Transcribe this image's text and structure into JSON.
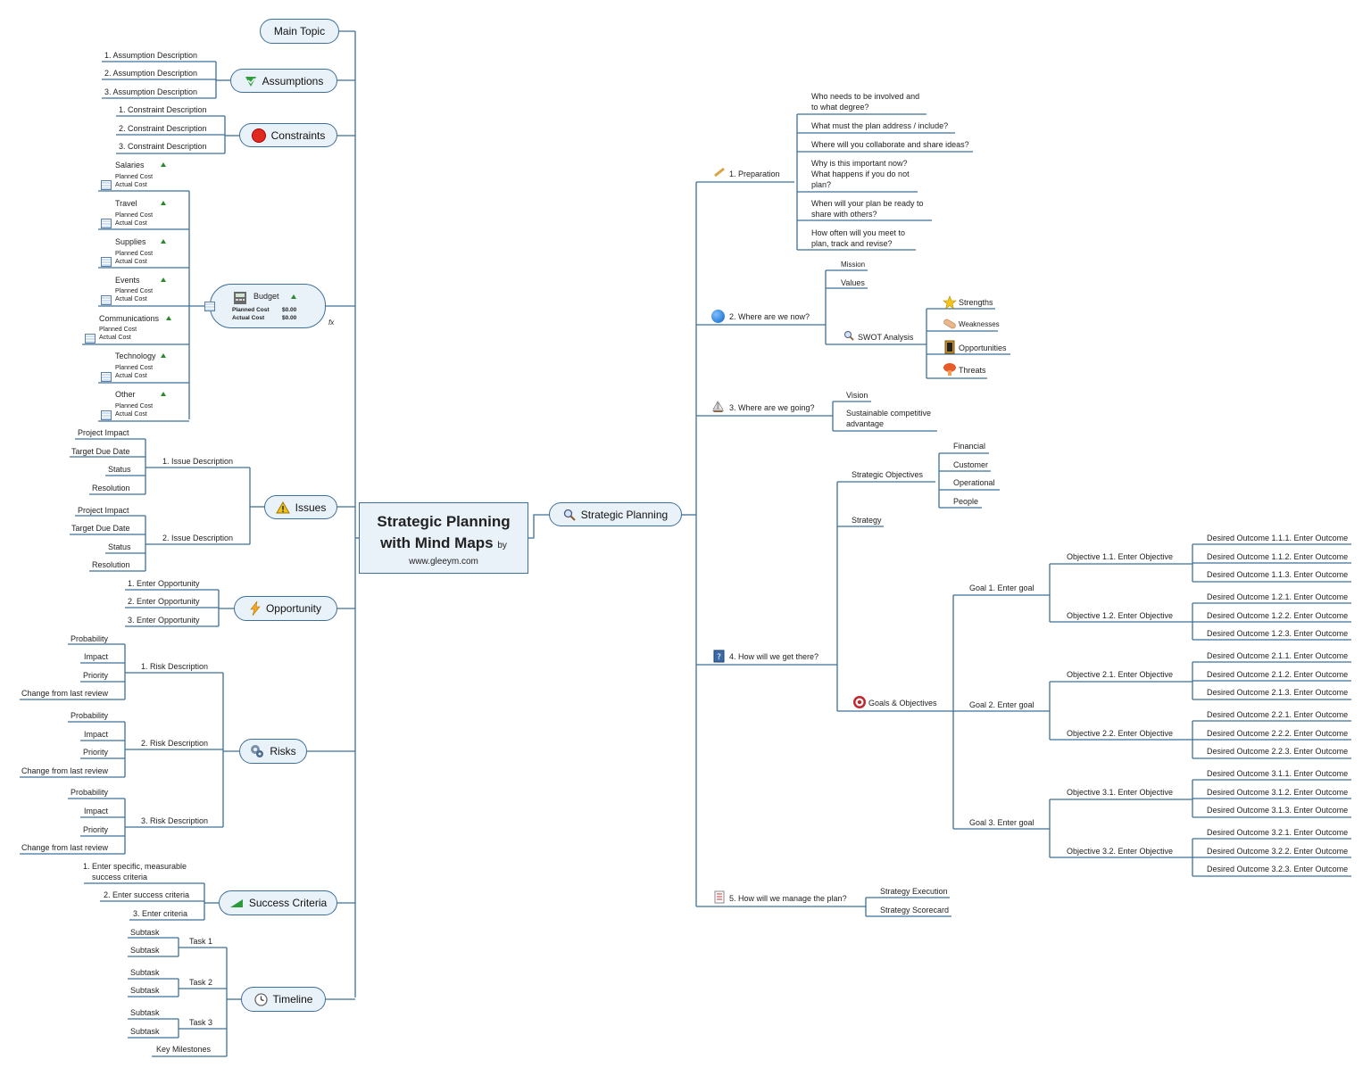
{
  "center": {
    "title_line1": "Strategic Planning",
    "title_line2": "with Mind Maps",
    "by": "by",
    "url": "www.gleeym.com"
  },
  "left": {
    "main_topic": "Main Topic",
    "assumptions": {
      "label": "Assumptions",
      "items": [
        "1. Assumption Description",
        "2. Assumption Description",
        "3. Assumption Description"
      ]
    },
    "constraints": {
      "label": "Constraints",
      "items": [
        "1. Constraint Description",
        "2. Constraint Description",
        "3. Constraint Description"
      ]
    },
    "budget": {
      "label": "Budget",
      "planned_label": "Planned Cost",
      "actual_label": "Actual Cost",
      "planned_value": "$0.00",
      "actual_value": "$0.00",
      "fx": "fx",
      "items": [
        "Salaries",
        "Travel",
        "Supplies",
        "Events",
        "Communications",
        "Technology",
        "Other"
      ],
      "sub_planned": "Planned Cost",
      "sub_actual": "Actual Cost"
    },
    "issues": {
      "label": "Issues",
      "items": [
        {
          "label": "1. Issue Description",
          "fields": [
            "Project Impact",
            "Target Due Date",
            "Status",
            "Resolution"
          ]
        },
        {
          "label": "2. Issue Description",
          "fields": [
            "Project Impact",
            "Target Due Date",
            "Status",
            "Resolution"
          ]
        }
      ]
    },
    "opportunity": {
      "label": "Opportunity",
      "items": [
        "1. Enter Opportunity",
        "2. Enter Opportunity",
        "3. Enter Opportunity"
      ]
    },
    "risks": {
      "label": "Risks",
      "items": [
        {
          "label": "1. Risk Description",
          "fields": [
            "Probability",
            "Impact",
            "Priority",
            "Change from last review"
          ]
        },
        {
          "label": "2. Risk Description",
          "fields": [
            "Probability",
            "Impact",
            "Priority",
            "Change from last review"
          ]
        },
        {
          "label": "3. Risk Description",
          "fields": [
            "Probability",
            "Impact",
            "Priority",
            "Change from last review"
          ]
        }
      ]
    },
    "success": {
      "label": "Success Criteria",
      "items": [
        "1. Enter specific, measurable\n    success criteria",
        "2. Enter success criteria",
        "3. Enter criteria"
      ]
    },
    "timeline": {
      "label": "Timeline",
      "tasks": [
        {
          "label": "Task 1",
          "subs": [
            "Subtask",
            "Subtask"
          ]
        },
        {
          "label": "Task 2",
          "subs": [
            "Subtask",
            "Subtask"
          ]
        },
        {
          "label": "Task 3",
          "subs": [
            "Subtask",
            "Subtask"
          ]
        }
      ],
      "milestones": "Key Milestones"
    }
  },
  "right": {
    "strategic_planning": "Strategic Planning",
    "preparation": {
      "label": "1. Preparation",
      "items": [
        "Who needs to be involved and\nto what degree?",
        "What must the plan address / include?",
        "Where will you collaborate and share ideas?",
        "Why is this important now?\nWhat happens if you do not\nplan?",
        "When will your plan be ready to\nshare with others?",
        "How often will you meet to\nplan, track and revise?"
      ]
    },
    "where_now": {
      "label": "2. Where are we now?",
      "mission": "Mission",
      "values": "Values",
      "swot": "SWOT Analysis",
      "swot_items": [
        "Strengths",
        "Weaknesses",
        "Opportunities",
        "Threats"
      ]
    },
    "where_going": {
      "label": "3. Where are we going?",
      "items": [
        "Vision",
        "Sustainable competitive\nadvantage"
      ]
    },
    "how_get": {
      "label": "4. How will we get there?",
      "strategic_objectives": "Strategic Objectives",
      "so_items": [
        "Financial",
        "Customer",
        "Operational",
        "People"
      ],
      "strategy": "Strategy",
      "goals_objectives": "Goals & Objectives",
      "goals": [
        {
          "label": "Goal 1. Enter goal",
          "objectives": [
            {
              "label": "Objective 1.1. Enter Objective",
              "outcomes": [
                "Desired Outcome 1.1.1. Enter Outcome",
                "Desired Outcome 1.1.2. Enter Outcome",
                "Desired Outcome 1.1.3. Enter Outcome"
              ]
            },
            {
              "label": "Objective 1.2. Enter Objective",
              "outcomes": [
                "Desired Outcome 1.2.1. Enter Outcome",
                "Desired Outcome 1.2.2. Enter Outcome",
                "Desired Outcome 1.2.3. Enter Outcome"
              ]
            }
          ]
        },
        {
          "label": "Goal 2. Enter goal",
          "objectives": [
            {
              "label": "Objective 2.1. Enter Objective",
              "outcomes": [
                "Desired Outcome 2.1.1. Enter Outcome",
                "Desired Outcome 2.1.2. Enter Outcome",
                "Desired Outcome 2.1.3. Enter Outcome"
              ]
            },
            {
              "label": "Objective 2.2. Enter Objective",
              "outcomes": [
                "Desired Outcome 2.2.1. Enter Outcome",
                "Desired Outcome 2.2.2. Enter Outcome",
                "Desired Outcome 2.2.3. Enter Outcome"
              ]
            }
          ]
        },
        {
          "label": "Goal 3. Enter goal",
          "objectives": [
            {
              "label": "Objective 3.1. Enter Objective",
              "outcomes": [
                "Desired Outcome 3.1.1. Enter Outcome",
                "Desired Outcome 3.1.2. Enter Outcome",
                "Desired Outcome 3.1.3. Enter Outcome"
              ]
            },
            {
              "label": "Objective 3.2. Enter Objective",
              "outcomes": [
                "Desired Outcome 3.2.1. Enter Outcome",
                "Desired Outcome 3.2.2. Enter Outcome",
                "Desired Outcome 3.2.3. Enter Outcome"
              ]
            }
          ]
        }
      ]
    },
    "manage": {
      "label": "5. How will we manage the plan?",
      "items": [
        "Strategy Execution",
        "Strategy Scorecard"
      ]
    }
  },
  "colors": {
    "line": "#3f6f96",
    "fill": "#eaf2f9"
  }
}
